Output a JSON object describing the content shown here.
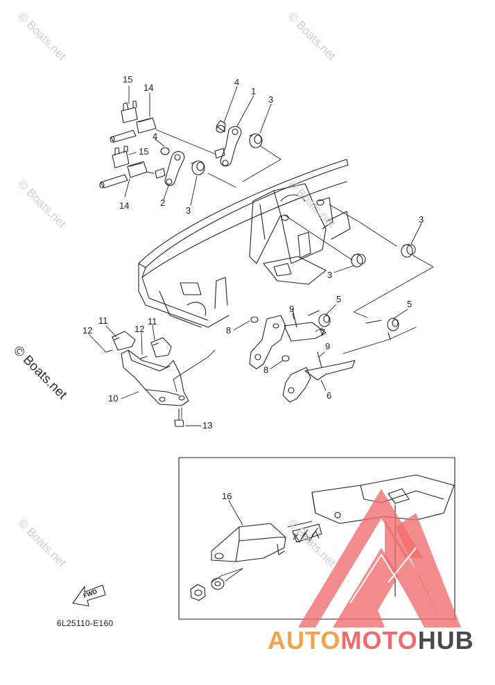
{
  "watermarks": [
    "© Boats.net",
    "© Boats.net",
    "© Boats.net",
    "© Boats.net",
    "© Boats.net",
    "© Boats.net"
  ],
  "side_watermark": "© Boats.net",
  "callouts": {
    "c1": "1",
    "c2": "2",
    "c3a": "3",
    "c3b": "3",
    "c3c": "3",
    "c3d": "3",
    "c4a": "4",
    "c4b": "4",
    "c5a": "5",
    "c5b": "5",
    "c6": "6",
    "c7": "7",
    "c8a": "8",
    "c8b": "8",
    "c9a": "9",
    "c9b": "9",
    "c10": "10",
    "c11a": "11",
    "c11b": "11",
    "c12a": "12",
    "c12b": "12",
    "c13": "13",
    "c14a": "14",
    "c14b": "14",
    "c15a": "15",
    "c15b": "15",
    "c16": "16"
  },
  "fwd_label": "FWD",
  "diagram_code": "6L25110-E160",
  "brand": {
    "part1": "AUTO",
    "part2": "MOTO",
    "part3": "HUB"
  },
  "colors": {
    "line": "#222222",
    "logo_red": "#f06b6b",
    "logo_orange": "#f2a24a",
    "logo_gray": "#4a4a4a",
    "watermark": "#cfcfcf"
  }
}
